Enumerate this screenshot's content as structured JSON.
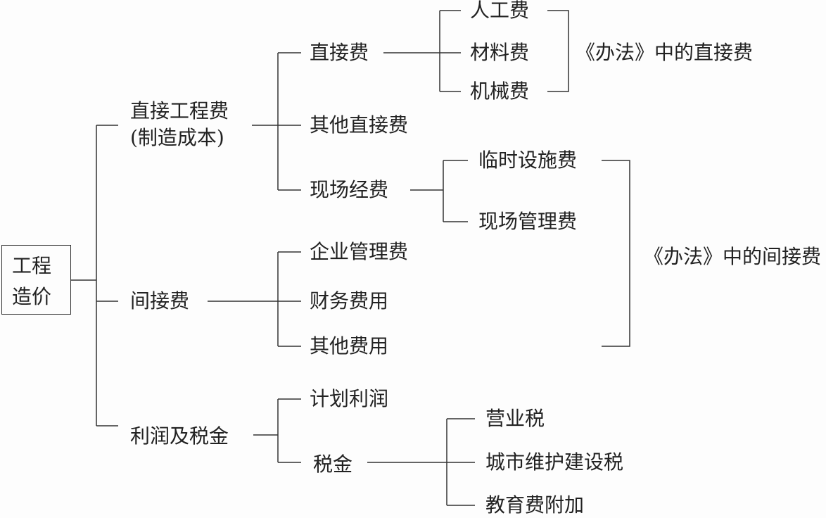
{
  "root": {
    "line1": "工程",
    "line2": "造价"
  },
  "direct_engineering": {
    "line1": "直接工程费",
    "line2": "(制造成本)"
  },
  "direct_cost": "直接费",
  "labor": "人工费",
  "material": "材料费",
  "machinery": "机械费",
  "other_direct": "其他直接费",
  "site_expense": "现场经费",
  "temp_facility": "临时设施费",
  "site_management": "现场管理费",
  "indirect": "间接费",
  "enterprise_management": "企业管理费",
  "finance": "财务费用",
  "other_fees": "其他费用",
  "profit_tax": "利润及税金",
  "planned_profit": "计划利润",
  "tax": "税金",
  "business_tax": "营业税",
  "city_tax": "城市维护建设税",
  "education_surcharge": "教育费附加",
  "bracket_direct_label": "《办法》中的直接费",
  "bracket_indirect_label": "《办法》中的间接费"
}
